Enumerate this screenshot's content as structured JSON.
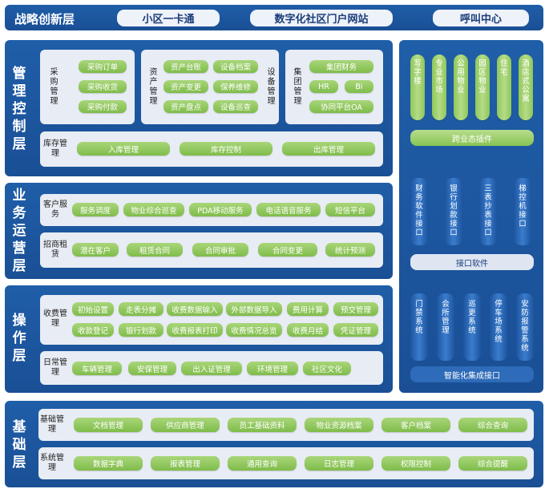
{
  "top": {
    "title": "战略创新层",
    "items": [
      "小区一卡通",
      "数字化社区门户网站",
      "呼叫中心"
    ]
  },
  "mgmt": {
    "label": [
      "管",
      "理",
      "控",
      "制",
      "层"
    ],
    "purchase": {
      "label": "采购管理",
      "items": [
        "采购订单",
        "采购收货",
        "采购付款"
      ]
    },
    "asset": {
      "label": "资产管理",
      "items": [
        "资产台账",
        "设备档案",
        "资产变更",
        "保养维修",
        "资产盘点",
        "设备巡查"
      ],
      "equip_label": "设备管理"
    },
    "group": {
      "label": "集团管理",
      "items": [
        "集团财务",
        "HR",
        "Bi",
        "协同平台OA"
      ]
    },
    "inventory": {
      "label": "库存管理",
      "items": [
        "入库管理",
        "库存控制",
        "出库管理"
      ]
    }
  },
  "biz": {
    "label": [
      "业",
      "务",
      "运",
      "营",
      "层"
    ],
    "service": {
      "label": "客户服务",
      "items": [
        "服务调度",
        "物业综合巡查",
        "PDA移动服务",
        "电话语音服务",
        "短信平台"
      ]
    },
    "leasing": {
      "label": "招商租赁",
      "items": [
        "潜在客户",
        "租赁合同",
        "合同审批",
        "合同变更",
        "统计预测"
      ]
    }
  },
  "ops": {
    "label": [
      "操",
      "作",
      "层"
    ],
    "charge": {
      "label": "收费管理",
      "row1": [
        "初始设置",
        "走表分摊",
        "收费数据输入",
        "外部数据导入",
        "费用计算",
        "预交管理"
      ],
      "row2": [
        "收款登记",
        "银行划款",
        "收费报表打印",
        "收费情况总览",
        "收费月结",
        "凭证管理"
      ]
    },
    "daily": {
      "label": "日常管理",
      "items": [
        "车辆管理",
        "安保管理",
        "出入证管理",
        "环境管理",
        "社区文化"
      ]
    }
  },
  "base": {
    "label": [
      "基",
      "础",
      "层"
    ],
    "basic": {
      "label": "基础管理",
      "items": [
        "文档管理",
        "供应商管理",
        "员工基础资料",
        "物业资源档案",
        "客户档案",
        "综合查询"
      ]
    },
    "system": {
      "label": "系统管理",
      "items": [
        "数据字典",
        "报表管理",
        "通用查询",
        "日志管理",
        "权限控制",
        "综合提醒"
      ]
    }
  },
  "side": {
    "modules": [
      "写字楼",
      "专业市场",
      "公用物业",
      "园区物业",
      "住宅",
      "酒店式公寓"
    ],
    "plugin": "跨业态插件",
    "interfaces": [
      "财务软件接口",
      "银行划款接口",
      "三表抄表接口",
      "梯控机接口"
    ],
    "interface_soft": "接口软件",
    "systems": [
      "门禁系统",
      "会所管理",
      "巡更系统",
      "停车场系统",
      "安防报警系统"
    ],
    "integration": "智能化集成接口"
  }
}
